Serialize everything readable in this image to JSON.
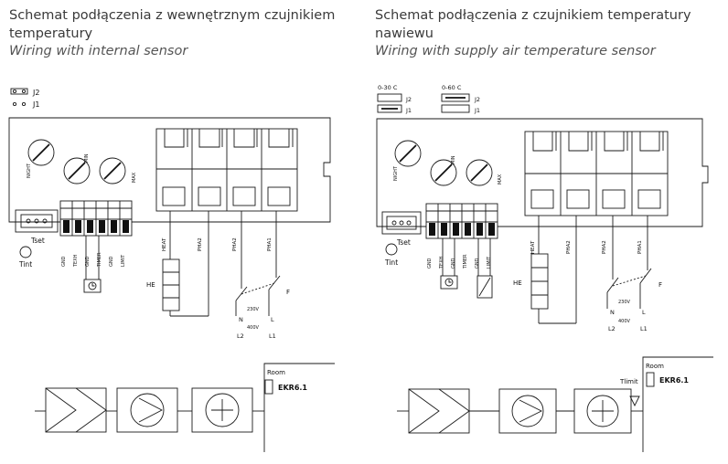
{
  "left": {
    "title": "Schemat podłączenia z wewnętrznym czujnikiem temperatury",
    "subtitle": "Wiring with internal sensor",
    "jumpers": [
      "J2",
      "J1"
    ],
    "knobs": [
      "NIGHT",
      "MIN",
      "MAX"
    ],
    "terminal_labels": [
      "GND",
      "TEXH",
      "GND",
      "TIMER",
      "GND",
      "LIMIT"
    ],
    "relay_labels": [
      "HEAT",
      "PHA2",
      "PHA2",
      "PHA1"
    ],
    "tset": "Tset",
    "tint": "Tint",
    "he": "HE",
    "power": {
      "v230": "230V",
      "v400": "400V",
      "n": "N",
      "l": "L",
      "l2": "L2",
      "l1": "L1",
      "f": "F"
    },
    "room": "Room",
    "controller": "EKR6.1"
  },
  "right": {
    "title": "Schemat podłączenia z czujnikiem temperatury nawiewu",
    "subtitle": "Wiring with supply air temperature sensor",
    "ranges": [
      "0-30 C",
      "0-60 C"
    ],
    "jumpers": [
      "J2",
      "J1",
      "J2",
      "J1"
    ],
    "knobs": [
      "NIGHT",
      "MIN",
      "MAX"
    ],
    "terminal_labels": [
      "GND",
      "TEXH",
      "GND",
      "TIMER",
      "GND",
      "LIMIT"
    ],
    "relay_labels": [
      "HEAT",
      "PHA2",
      "PHA2",
      "PHA1"
    ],
    "tset": "Tset",
    "tint": "Tint",
    "he": "HE",
    "power": {
      "v230": "230V",
      "v400": "400V",
      "n": "N",
      "l": "L",
      "l2": "L2",
      "l1": "L1",
      "f": "F"
    },
    "tlimit": "Tlimit",
    "room": "Room",
    "controller": "EKR6.1"
  }
}
